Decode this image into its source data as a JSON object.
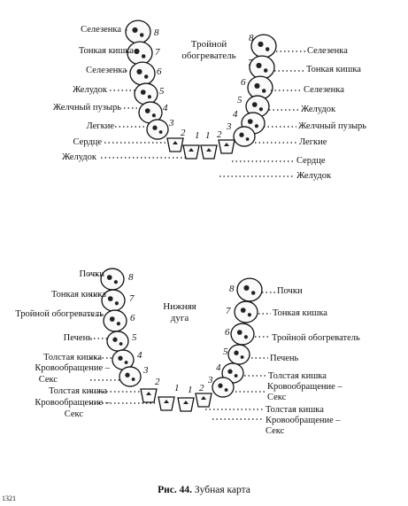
{
  "upper": {
    "title_line1": "Тройной",
    "title_line2": "обогреватель",
    "left": [
      "Селезенка",
      "Тонкая кишка",
      "Селезенка",
      "Желудок",
      "Желчный пузырь",
      "Легкие",
      "Сердце",
      "Желудок"
    ],
    "right": [
      "Селезенка",
      "Тонкая кишка",
      "Селезенка",
      "Желудок",
      "Желчный пузырь",
      "Легкие",
      "Сердце",
      "Желудок"
    ],
    "tooth_numbers_left": [
      "8",
      "7",
      "6",
      "5",
      "4",
      "3",
      "2",
      "1"
    ],
    "tooth_numbers_right": [
      "8",
      "7",
      "6",
      "5",
      "4",
      "3",
      "2",
      "1"
    ]
  },
  "lower": {
    "title_line1": "Нижняя",
    "title_line2": "дуга",
    "left": [
      "Почки",
      "Тонкая кишка",
      "Тройной обогреватель",
      "Печень",
      "Толстая кишка",
      "Кровообращение –",
      "Секс",
      "Толстая кишка",
      "Кровообращение –",
      "Секс"
    ],
    "right": [
      "Почки",
      "Тонкая кишка",
      "Тройной обогреватель",
      "Печень",
      "Толстая кишка",
      "Кровообращение –",
      "Секс",
      "Толстая кишка",
      "Кровообращение –",
      "Секс"
    ],
    "tooth_numbers_left": [
      "8",
      "7",
      "6",
      "5",
      "4",
      "3",
      "2",
      "1"
    ],
    "tooth_numbers_right": [
      "8",
      "7",
      "6",
      "5",
      "4",
      "3",
      "2",
      "1"
    ]
  },
  "caption": {
    "label": "Рис. 44.",
    "text": "Зубная карта"
  },
  "page_number": "1321"
}
